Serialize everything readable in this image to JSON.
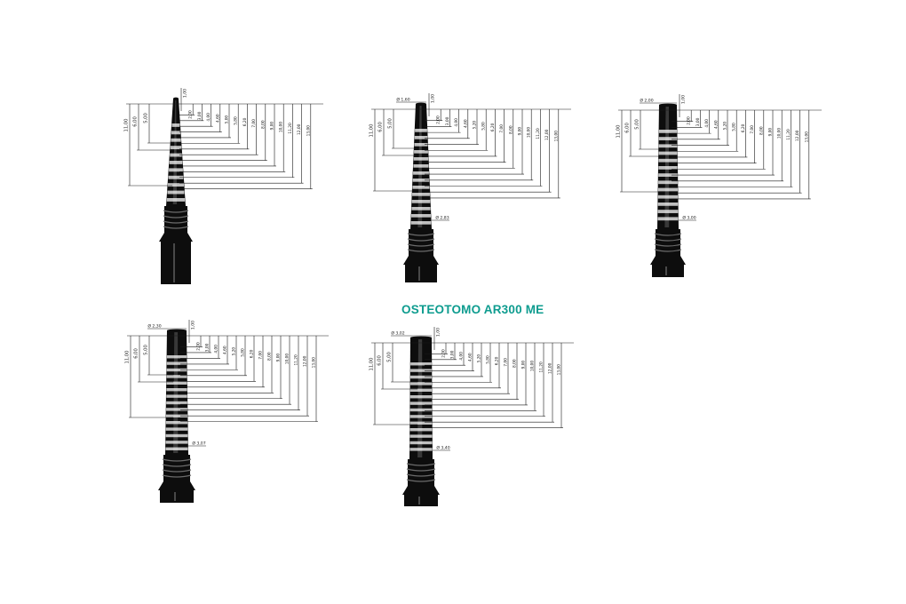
{
  "title": "OSTEOTOMO AR300 ME",
  "colors": {
    "title": "#0e9c8f",
    "line": "#1a1a1a",
    "label": "#222222",
    "instrument": "#0d0d0d",
    "band": "#bfbfbf"
  },
  "drawings": [
    {
      "tip_diameter": "",
      "base_diameter": "",
      "tip_length": "1,00",
      "marks": [
        "2,00",
        "3,00",
        "4,00",
        "4,60",
        "5,00",
        "5,80",
        "6,20",
        "7,00",
        "8,00",
        "9,00",
        "10,00",
        "11,20",
        "12,00",
        "13,00"
      ],
      "left_marks": [
        "5,00",
        "6,00",
        "11,00"
      ]
    },
    {
      "tip_diameter": "Ø 1,60",
      "base_diameter": "Ø 2,83",
      "tip_length": "1,00",
      "marks": [
        "2,00",
        "3,00",
        "4,00",
        "4,60",
        "5,20",
        "5,80",
        "6,20",
        "7,00",
        "8,00",
        "9,00",
        "10,00",
        "11,20",
        "12,00",
        "13,00"
      ],
      "left_marks": [
        "5,00",
        "6,00",
        "11,00"
      ]
    },
    {
      "tip_diameter": "Ø 2,00",
      "base_diameter": "Ø 3,00",
      "tip_length": "1,00",
      "marks": [
        "2,00",
        "3,00",
        "4,00",
        "4,60",
        "5,20",
        "5,80",
        "6,20",
        "7,00",
        "8,00",
        "9,00",
        "10,00",
        "11,20",
        "12,00",
        "13,00"
      ],
      "left_marks": [
        "5,00",
        "6,00",
        "11,00"
      ]
    },
    {
      "tip_diameter": "Ø 2,30",
      "base_diameter": "Ø 3,07",
      "tip_length": "1,00",
      "marks": [
        "2,00",
        "3,00",
        "4,00",
        "4,60",
        "5,20",
        "5,80",
        "6,20",
        "7,00",
        "8,00",
        "9,00",
        "10,00",
        "11,20",
        "12,00",
        "13,00"
      ],
      "left_marks": [
        "5,00",
        "6,00",
        "11,00"
      ]
    },
    {
      "tip_diameter": "Ø 3,02",
      "base_diameter": "Ø 3,40",
      "tip_length": "1,00",
      "marks": [
        "2,00",
        "3,00",
        "4,00",
        "4,60",
        "5,20",
        "5,80",
        "6,20",
        "7,00",
        "8,00",
        "9,00",
        "10,00",
        "11,20",
        "12,00",
        "13,00"
      ],
      "left_marks": [
        "5,00",
        "6,00",
        "11,00"
      ]
    }
  ]
}
